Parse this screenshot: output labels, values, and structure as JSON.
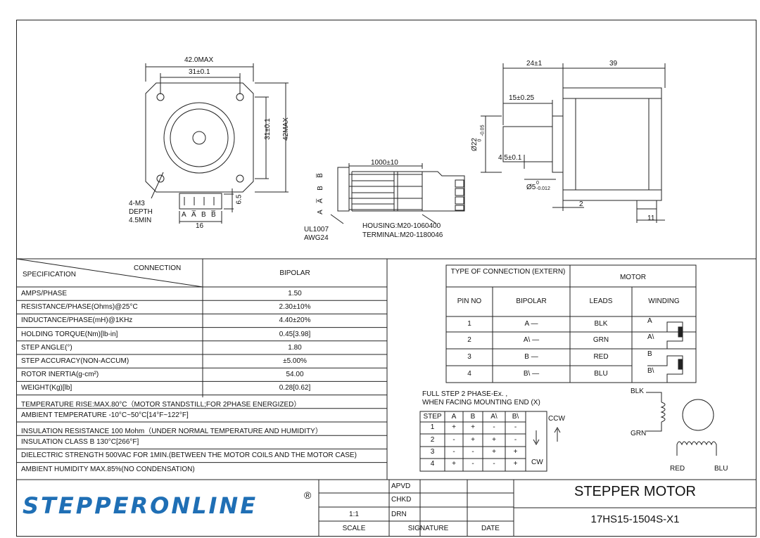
{
  "drawing": {
    "front": {
      "dim_42max": "42.0MAX",
      "dim_31": "31±0.1",
      "dim_31v": "31±0.1",
      "dim_42v": "42MAX",
      "hole_note_1": "4-M3",
      "hole_note_2": "DEPTH",
      "hole_note_3": "4.5MIN",
      "dim_65": "6.5",
      "dim_16": "16",
      "pins": [
        "A",
        "A̅",
        "B",
        "B̅"
      ]
    },
    "cable": {
      "length": "1000±10",
      "labels": [
        "B̅",
        "B",
        "A̅",
        "A"
      ],
      "housing": "HOUSING:M20-1060400",
      "terminal": "TERMINAL:M20-1180046",
      "wire_1": "UL1007",
      "wire_2": "AWG24"
    },
    "side": {
      "dim_24": "24±1",
      "dim_39": "39",
      "dim_15": "15±0.25",
      "dim_22": "Ø22",
      "dim_22_tol": "-0.05",
      "dim_22_tol0": "0",
      "dim_45": "4.5±0.1",
      "dim_5": "Ø5",
      "dim_5_tol": "-0.012",
      "dim_5_tol0": "0",
      "dim_2": "2",
      "dim_11": "11"
    }
  },
  "spec_table": {
    "header_left": "SPECIFICATION",
    "header_right": "CONNECTION",
    "header_value": "BIPOLAR",
    "rows": [
      {
        "label": "AMPS/PHASE",
        "value": "1.50"
      },
      {
        "label": "RESISTANCE/PHASE(Ohms)@25°C",
        "value": "2.30±10%"
      },
      {
        "label": "INDUCTANCE/PHASE(mH)@1KHz",
        "value": "4.40±20%"
      },
      {
        "label": "HOLDING TORQUE(Nm)[lb-in]",
        "value": "0.45[3.98]"
      },
      {
        "label": "STEP ANGLE(°)",
        "value": "1.80"
      },
      {
        "label": "STEP ACCURACY(NON-ACCUM)",
        "value": "±5.00%"
      },
      {
        "label": "ROTOR INERTIA(g-cm²)",
        "value": "54.00"
      },
      {
        "label": "WEIGHT(Kg)[lb]",
        "value": "0.28[0.62]"
      }
    ],
    "full_rows": [
      "TEMPERATURE RISE:MAX.80°C（MOTOR STANDSTILL;FOR 2PHASE ENERGIZED）",
      "AMBIENT TEMPERATURE -10°C~50°C[14°F~122°F]",
      "INSULATION RESISTANCE 100 Mohm（UNDER NORMAL TEMPERATURE AND HUMIDITY）",
      "INSULATION CLASS B 130°C[266°F]",
      "DIELECTRIC STRENGTH 500VAC FOR 1MIN.(BETWEEN THE MOTOR COILS AND THE MOTOR CASE)",
      "AMBIENT HUMIDITY MAX.85%(NO CONDENSATION)"
    ]
  },
  "conn_table": {
    "type_header": "TYPE OF CONNECTION (EXTERN)",
    "motor_header": "MOTOR",
    "col_pin": "PIN NO",
    "col_bipolar": "BIPOLAR",
    "col_leads": "LEADS",
    "col_winding": "WINDING",
    "rows": [
      {
        "pin": "1",
        "bipolar": "A —",
        "lead": "BLK",
        "wind": "A"
      },
      {
        "pin": "2",
        "bipolar": "A\\ —",
        "lead": "GRN",
        "wind": "A\\"
      },
      {
        "pin": "3",
        "bipolar": "B —",
        "lead": "RED",
        "wind": "B"
      },
      {
        "pin": "4",
        "bipolar": "B\\ —",
        "lead": "BLU",
        "wind": "B\\"
      }
    ]
  },
  "step_seq": {
    "note_1": "FULL STEP  2 PHASE-Ex. ,",
    "note_2": "WHEN FACING MOUNTING END (X)",
    "headers": [
      "STEP",
      "A",
      "B",
      "A\\",
      "B\\"
    ],
    "rows": [
      [
        "1",
        "+",
        "+",
        "-",
        "-"
      ],
      [
        "2",
        "-",
        "+",
        "+",
        "-"
      ],
      [
        "3",
        "-",
        "-",
        "+",
        "+"
      ],
      [
        "4",
        "+",
        "-",
        "-",
        "+"
      ]
    ],
    "ccw": "CCW",
    "cw": "CW"
  },
  "wiring": {
    "blk": "BLK",
    "grn": "GRN",
    "red": "RED",
    "blu": "BLU"
  },
  "title_block": {
    "logo": "STEPPERONLINE",
    "registered": "®",
    "apvd": "APVD",
    "chkd": "CHKD",
    "drn": "DRN",
    "scale_value": "1:1",
    "scale": "SCALE",
    "signature": "SIGNATURE",
    "date": "DATE",
    "title": "STEPPER MOTOR",
    "model": "17HS15-1504S-X1"
  },
  "colors": {
    "logo": "#1f6fb5",
    "line": "#222222"
  }
}
